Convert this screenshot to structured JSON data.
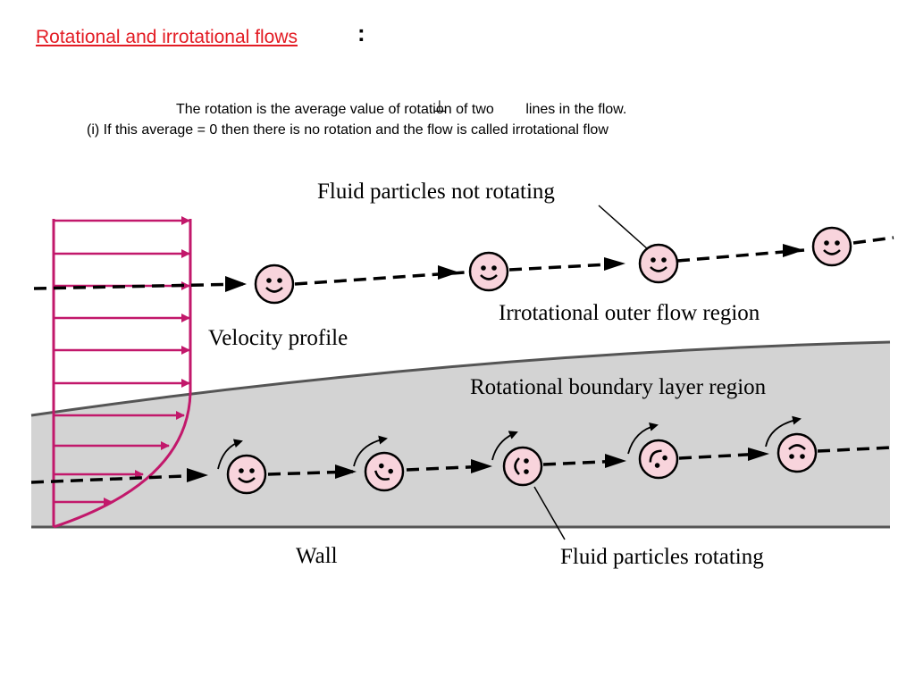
{
  "slide": {
    "title": "Rotational and irrotational flows",
    "title_colon": ":",
    "line1": "The rotation is the average value of rotation of two        lines in the flow.",
    "perp_symbol": "⊥",
    "line2": "(i) If this average = 0 then there is no rotation and the flow is called irrotational flow"
  },
  "diagram": {
    "label_not_rotating": "Fluid particles not rotating",
    "label_irrotational_region": "Irrotational outer flow region",
    "label_velocity_profile": "Velocity profile",
    "label_boundary_layer": "Rotational boundary layer region",
    "label_wall": "Wall",
    "label_rotating": "Fluid particles rotating",
    "colors": {
      "profile": "#c2186b",
      "boundary_fill": "#d3d3d3",
      "face_fill": "#f8d4dc",
      "title_red": "#e31b23"
    }
  }
}
